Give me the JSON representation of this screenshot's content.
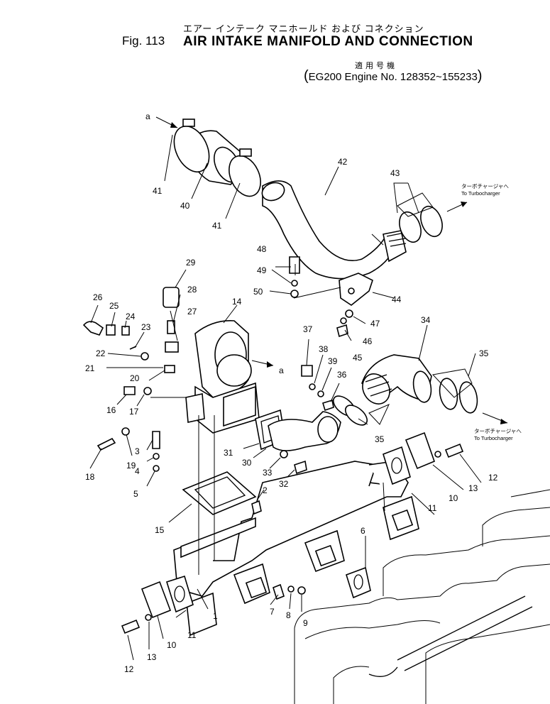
{
  "header": {
    "jp_title": "エアー インテーク マニホールド および コネクション",
    "fig_label": "Fig. 113",
    "en_title": "AIR INTAKE MANIFOLD AND CONNECTION",
    "applicability_jp": "適用号機",
    "applicability_en": "EG200 Engine No. 128352~155233"
  },
  "notes": {
    "turbo_jp": "ターボチャージャへ",
    "turbo_en": "To Turbocharger",
    "ref_a": "a"
  },
  "part_numbers": {
    "p1": "1",
    "p2": "2",
    "p3": "3",
    "p4": "4",
    "p5": "5",
    "p6": "6",
    "p7": "7",
    "p8": "8",
    "p9": "9",
    "p10": "10",
    "p11": "11",
    "p12": "12",
    "p13": "13",
    "p14": "14",
    "p15": "15",
    "p16": "16",
    "p17": "17",
    "p18": "18",
    "p19": "19",
    "p20": "20",
    "p21": "21",
    "p22": "22",
    "p23": "23",
    "p24": "24",
    "p25": "25",
    "p26": "26",
    "p27": "27",
    "p28": "28",
    "p29": "29",
    "p30": "30",
    "p31": "31",
    "p32": "32",
    "p33": "33",
    "p34": "34",
    "p35": "35",
    "p36": "36",
    "p37": "37",
    "p38": "38",
    "p39": "39",
    "p40": "40",
    "p41": "41",
    "p42": "42",
    "p43": "43",
    "p44": "44",
    "p45": "45",
    "p46": "46",
    "p47": "47",
    "p48": "48",
    "p49": "49",
    "p50": "50"
  }
}
